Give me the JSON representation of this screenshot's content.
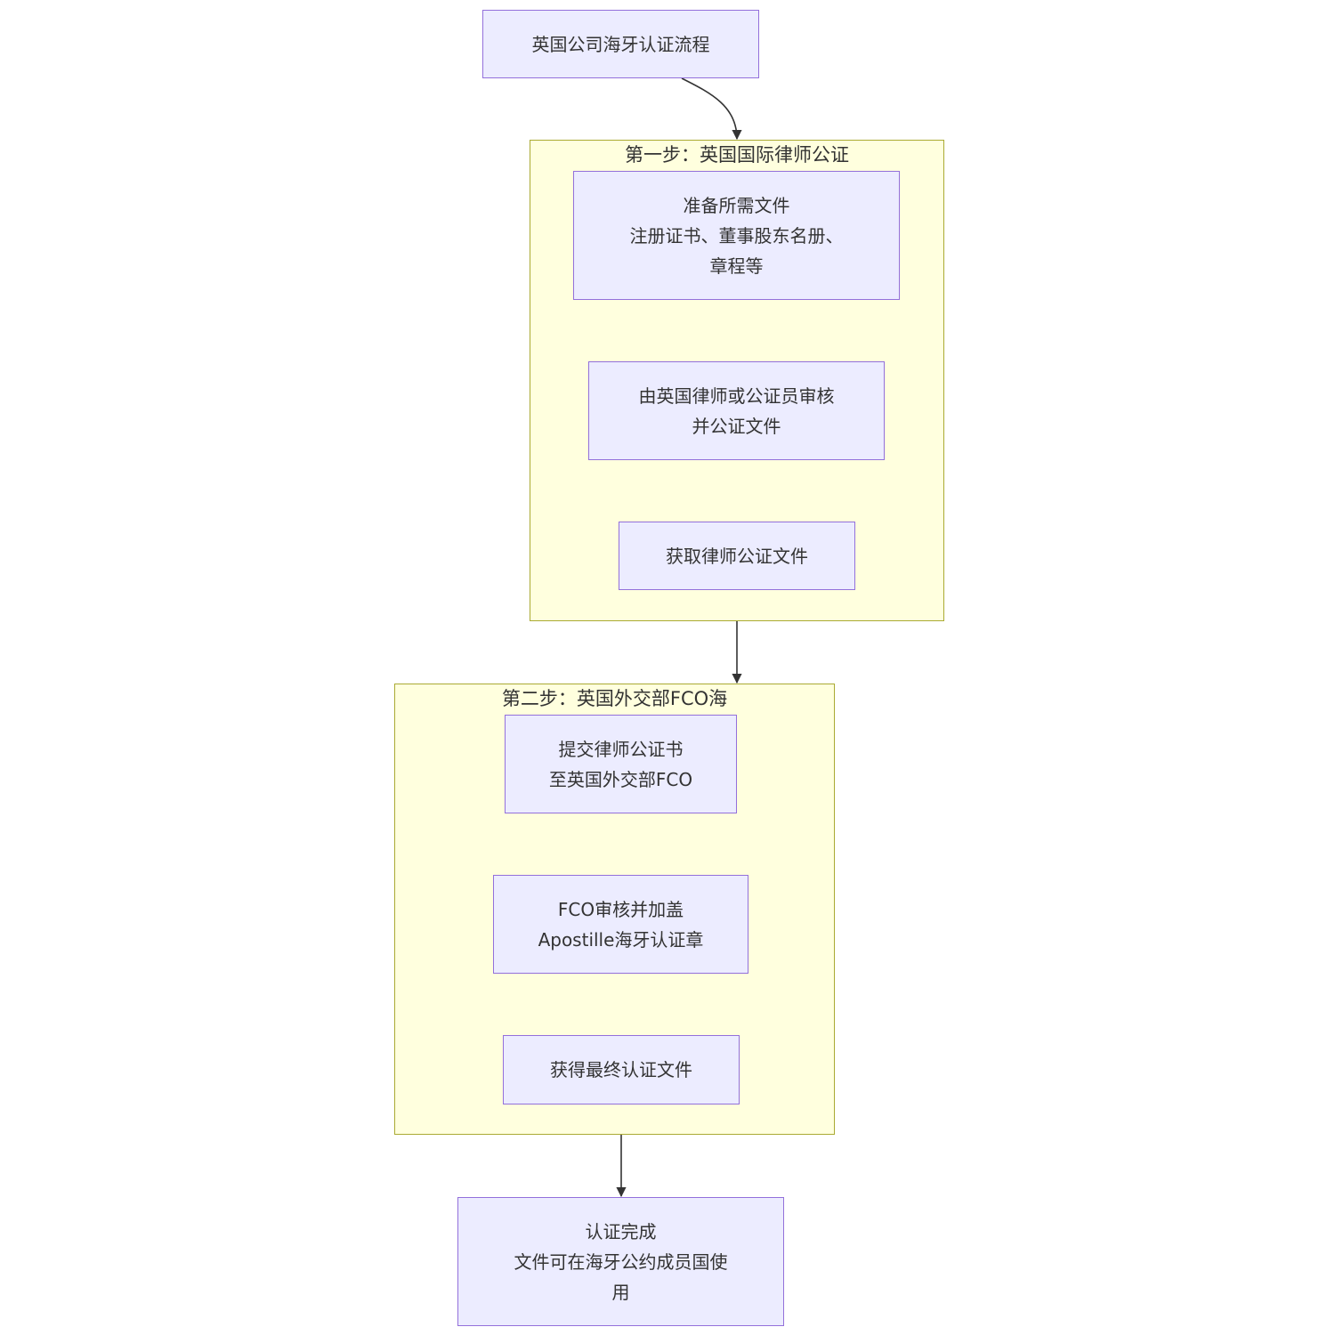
{
  "diagram": {
    "start": {
      "lines": [
        "英国公司海牙认证流程"
      ]
    },
    "step1": {
      "title": "第一步：英国国际律师公证",
      "nodes": [
        {
          "lines": [
            "准备所需文件",
            "注册证书、董事股东名册、",
            "章程等"
          ]
        },
        {
          "lines": [
            "由英国律师或公证员审核",
            "并公证文件"
          ]
        },
        {
          "lines": [
            "获取律师公证文件"
          ]
        }
      ]
    },
    "step2": {
      "title": "第二步：英国外交部FCO海",
      "nodes": [
        {
          "lines": [
            "提交律师公证书",
            "至英国外交部FCO"
          ]
        },
        {
          "lines": [
            "FCO审核并加盖",
            "Apostille海牙认证章"
          ]
        },
        {
          "lines": [
            "获得最终认证文件"
          ]
        }
      ]
    },
    "end": {
      "lines": [
        "认证完成",
        "文件可在海牙公约成员国使",
        "用"
      ]
    }
  },
  "colors": {
    "node_fill": "#ececff",
    "node_border": "#9370db",
    "cluster_fill": "#ffffde",
    "cluster_border": "#aaaa33",
    "edge": "#333333"
  }
}
